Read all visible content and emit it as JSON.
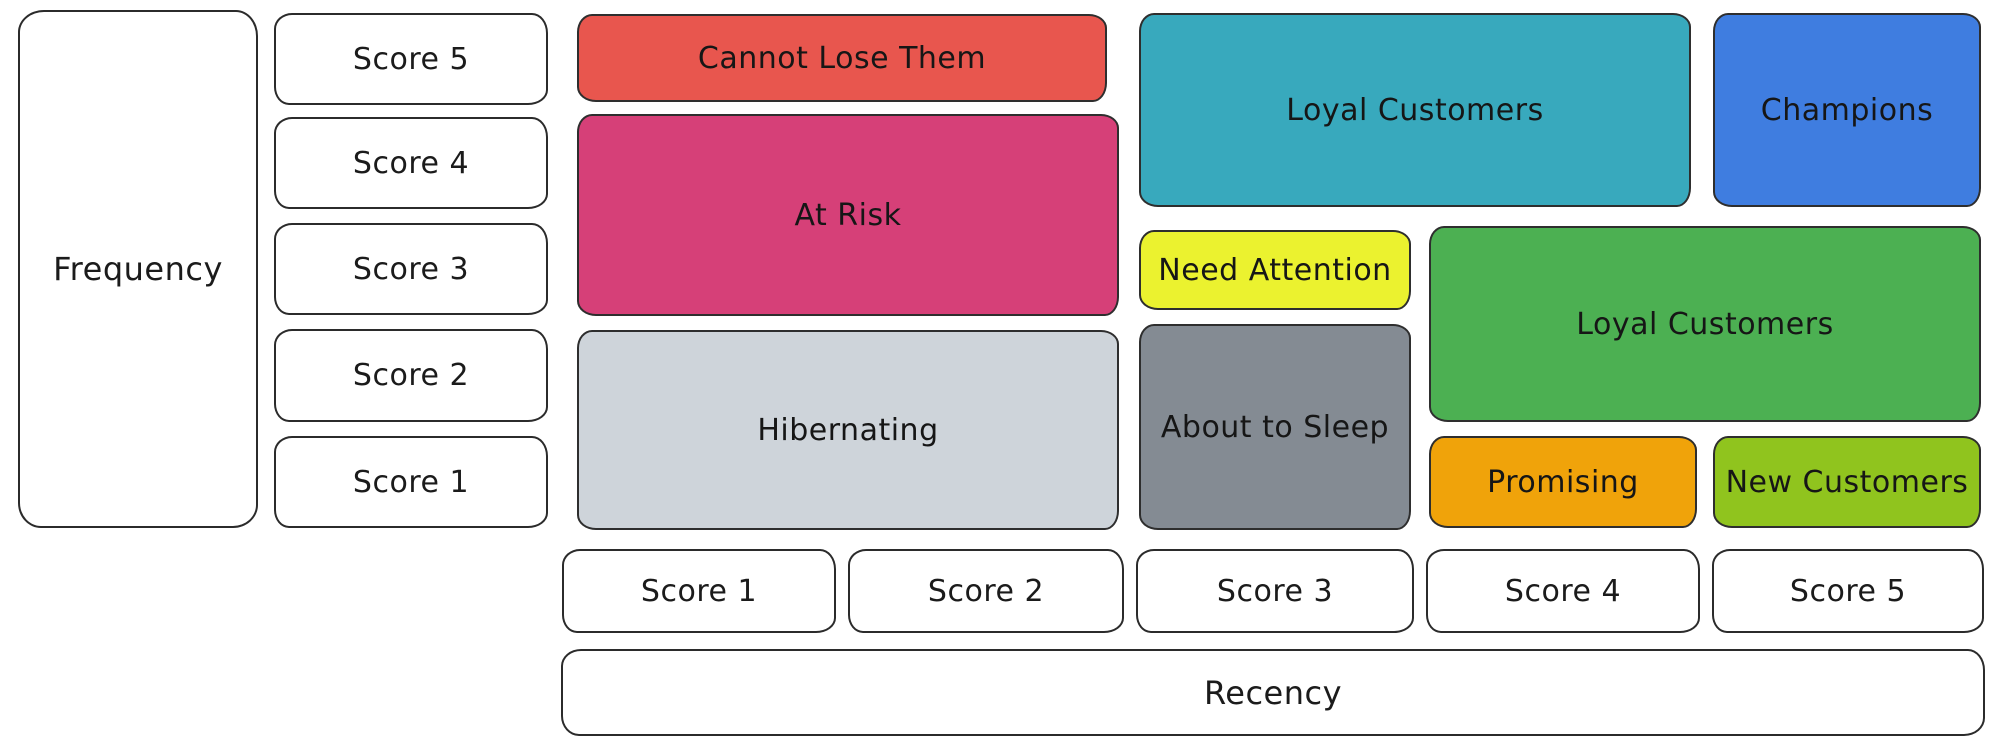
{
  "diagram": {
    "type": "rfm-segmentation-matrix",
    "axes": {
      "frequency": {
        "label": "Frequency",
        "scores": [
          {
            "label": "Score 5"
          },
          {
            "label": "Score 4"
          },
          {
            "label": "Score 3"
          },
          {
            "label": "Score 2"
          },
          {
            "label": "Score 1"
          }
        ]
      },
      "recency": {
        "label": "Recency",
        "scores": [
          {
            "label": "Score 1"
          },
          {
            "label": "Score 2"
          },
          {
            "label": "Score 3"
          },
          {
            "label": "Score 4"
          },
          {
            "label": "Score 5"
          }
        ]
      }
    },
    "segments": [
      {
        "label": "Cannot Lose Them",
        "color": "#e8564e",
        "recency_span": "1-2",
        "frequency_span": "5"
      },
      {
        "label": "At Risk",
        "color": "#d64078",
        "recency_span": "1-2",
        "frequency_span": "3-4"
      },
      {
        "label": "Hibernating",
        "color": "#ced4da",
        "recency_span": "1-2",
        "frequency_span": "1-2"
      },
      {
        "label": "Loyal Customers",
        "color": "#38a9bd",
        "recency_span": "3-4",
        "frequency_span": "4-5"
      },
      {
        "label": "Champions",
        "color": "#3f7de0",
        "recency_span": "5",
        "frequency_span": "4-5"
      },
      {
        "label": "Need Attention",
        "color": "#ebf22f",
        "recency_span": "3",
        "frequency_span": "3"
      },
      {
        "label": "Loyal Customers",
        "color": "#4cb052",
        "recency_span": "4-5",
        "frequency_span": "2-3"
      },
      {
        "label": "About to Sleep",
        "color": "#848b93",
        "recency_span": "3",
        "frequency_span": "1-2"
      },
      {
        "label": "Promising",
        "color": "#f0a30a",
        "recency_span": "4",
        "frequency_span": "1"
      },
      {
        "label": "New Customers",
        "color": "#90c41e",
        "recency_span": "5",
        "frequency_span": "1"
      }
    ]
  }
}
